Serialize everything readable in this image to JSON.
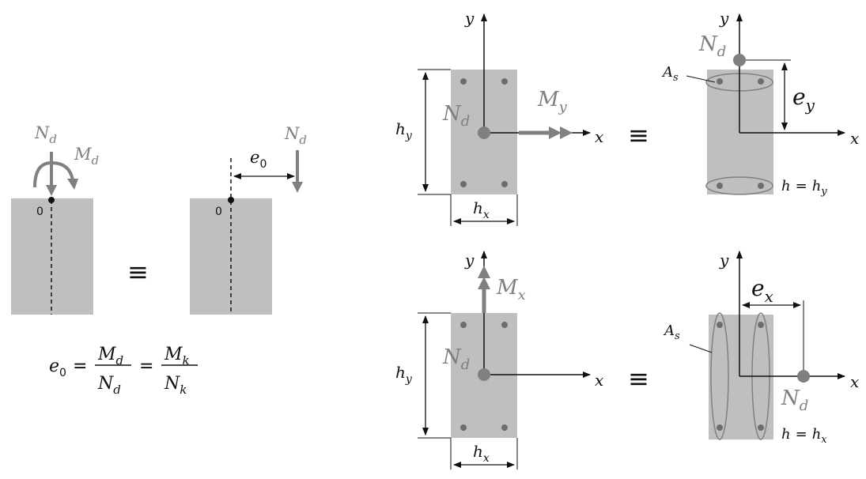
{
  "colors": {
    "section": "#bfbfbf",
    "force": "#808080",
    "line": "#111111",
    "bar": "#6e6e6e"
  },
  "labels": {
    "N": "N",
    "M": "M",
    "e": "e",
    "h": "h",
    "A": "A",
    "x": "x",
    "y": "y",
    "sub_d": "d",
    "sub_k": "k",
    "sub_x": "x",
    "sub_y": "y",
    "sub_0": "0",
    "sub_s": "s",
    "origin": "0",
    "equiv": "≡",
    "equals": "=",
    "eq_e0": "e₀ = M_d/N_d = M_k/N_k"
  }
}
